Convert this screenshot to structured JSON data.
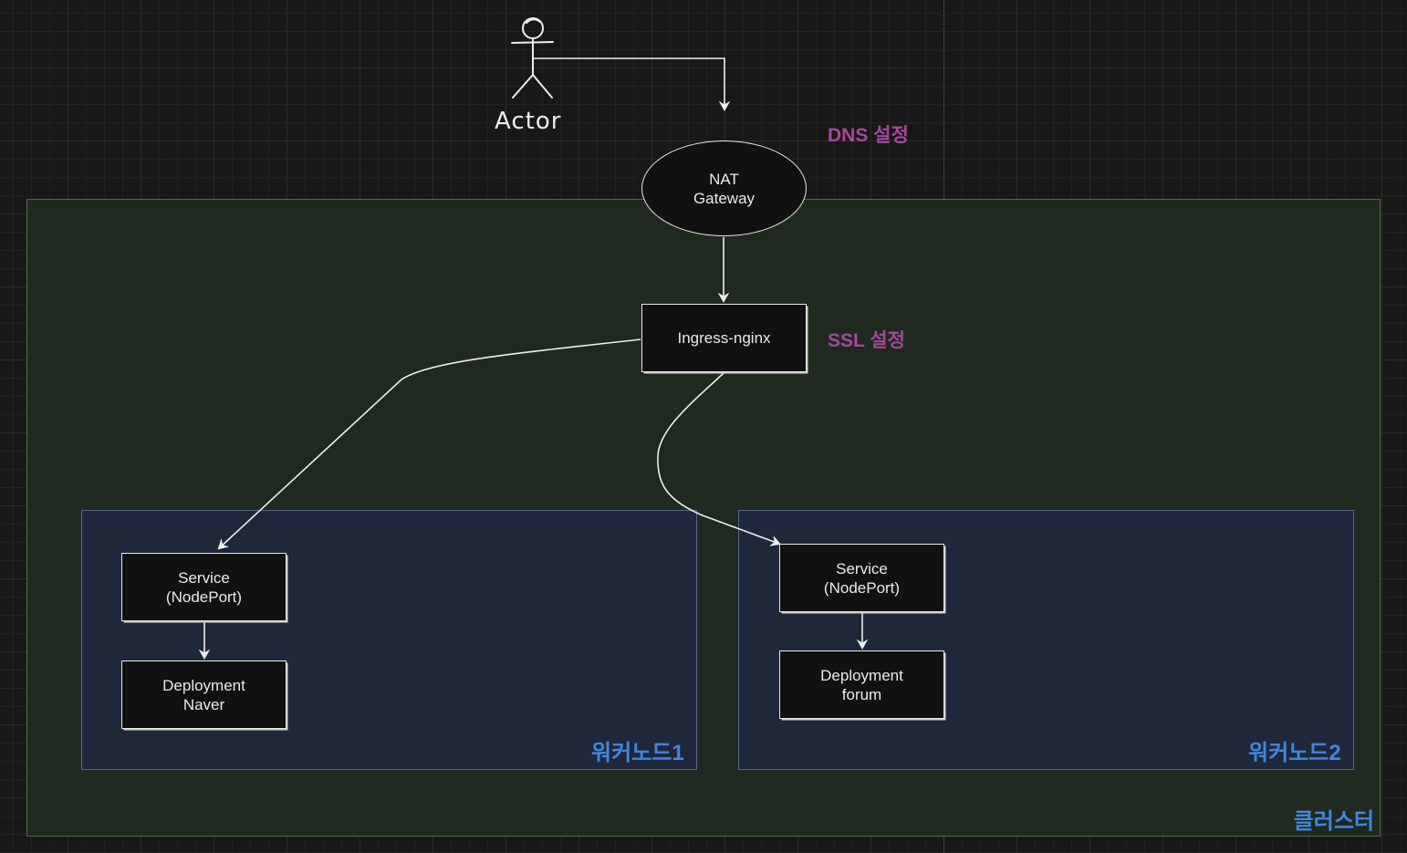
{
  "diagram": {
    "actor": {
      "label": "Actor"
    },
    "nat_gateway": {
      "label": "NAT\nGateway"
    },
    "ingress": {
      "label": "Ingress-nginx"
    },
    "notes": {
      "dns": "DNS 설정",
      "ssl": "SSL 설정"
    },
    "cluster": {
      "label": "클러스터"
    },
    "workers": [
      {
        "label": "워커노드1",
        "service": "Service\n(NodePort)",
        "deployment": "Deployment\nNaver"
      },
      {
        "label": "워커노드2",
        "service": "Service\n(NodePort)",
        "deployment": "Deployment\nforum"
      }
    ],
    "colors": {
      "cluster_fill": "#20291f",
      "cluster_border": "#4e6d3f",
      "worker_fill": "#1f283a",
      "worker_border": "#55698a",
      "group_label": "#3f86e0",
      "note_text": "#a4489e",
      "node_fill": "#111111",
      "stroke": "#e8e8e8"
    }
  }
}
